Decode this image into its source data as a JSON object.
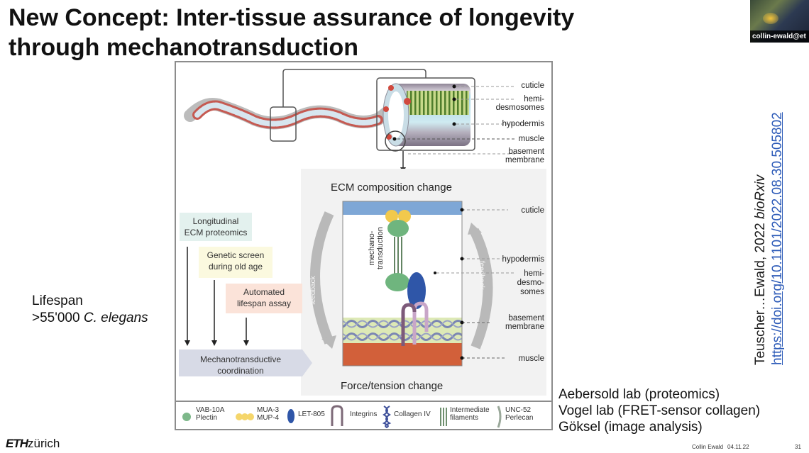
{
  "slide": {
    "title_line1": "New Concept: Inter-tissue assurance of longevity",
    "title_line2": "through mechanotransduction",
    "webcam_name": "collin-ewald@et"
  },
  "figure": {
    "worm_labels": {
      "cuticle": "cuticle",
      "hemi1": "hemi-",
      "hemi2": "desmosomes",
      "hypodermis": "hypodermis",
      "muscle": "muscle",
      "basement1": "basement",
      "basement2": "membrane"
    },
    "ecm_title": "ECM composition change",
    "force_title": "Force/tension change",
    "mechano_label1": "mechano-",
    "mechano_label2": "transduction",
    "feedback_left": "feedback",
    "feedback_right": "feedback",
    "tissue_labels": {
      "cuticle": "cuticle",
      "hypodermis": "hypodermis",
      "hemi1": "hemi-",
      "hemi2": "desmo-",
      "hemi3": "somes",
      "basement1": "basement",
      "basement2": "membrane",
      "muscle": "muscle"
    },
    "methods": [
      {
        "line1": "Longitudinal",
        "line2": "ECM proteomics",
        "color": "#e3f1ee"
      },
      {
        "line1": "Genetic screen",
        "line2": "during old age",
        "color": "#fbf9df"
      },
      {
        "line1": "Automated",
        "line2": "lifespan assay",
        "color": "#fbe3d9"
      }
    ],
    "coordination_line1": "Mechanotransductive",
    "coordination_line2": "coordination",
    "legend": [
      {
        "icon": "vab10a-plectin-icon",
        "line1": "VAB-10A",
        "line2": "Plectin",
        "color": "#7db88a"
      },
      {
        "icon": "mua3-mup4-icon",
        "line1": "MUA-3",
        "line2": "MUP-4",
        "color": "#f5d66b"
      },
      {
        "icon": "let805-icon",
        "line1": "LET-805",
        "line2": "",
        "color": "#2f56a8"
      },
      {
        "icon": "integrins-icon",
        "line1": "Integrins",
        "line2": "",
        "color": "#7d6a78"
      },
      {
        "icon": "collagen-iv-icon",
        "line1": "Collagen IV",
        "line2": "",
        "color": "#3d4f9a"
      },
      {
        "icon": "intermediate-filaments-icon",
        "line1": "Intermediate",
        "line2": "filaments",
        "color": "#3f6a3f"
      },
      {
        "icon": "unc52-perlecan-icon",
        "line1": "UNC-52",
        "line2": "Perlecan",
        "color": "#9aa89a"
      }
    ]
  },
  "lifespan": {
    "line1": "Lifespan",
    "line2_prefix": ">55'000 ",
    "line2_species": "C. elegans"
  },
  "citation": {
    "authors": "Teuscher…Ewald, 2022 ",
    "journal": "bioRxiv",
    "doi": "https://doi.org/10.1101/2022.08.30.505802"
  },
  "collaborators": [
    "Aebersold lab (proteomics)",
    "Vogel lab (FRET-sensor collagen)",
    "Göksel (image analysis)"
  ],
  "footer": {
    "logo_bold": "ETH",
    "logo_rest": "zürich",
    "presenter": "Collin Ewald",
    "date": "04.11.22",
    "page": "31"
  }
}
